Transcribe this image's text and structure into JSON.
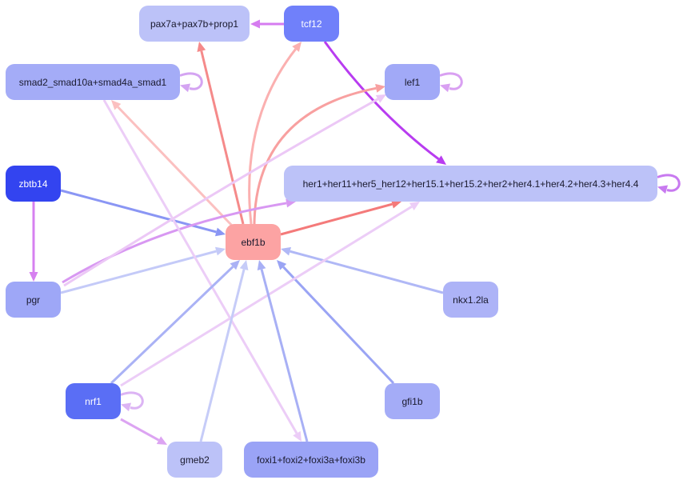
{
  "diagram": {
    "nodes": [
      {
        "id": "pax7a",
        "label": "pax7a+pax7b+prop1",
        "color": "#bcc2f8"
      },
      {
        "id": "tcf12",
        "label": "tcf12",
        "color": "#7080fa",
        "dark": true
      },
      {
        "id": "smad2",
        "label": "smad2_smad10a+smad4a_smad1",
        "color": "#a4acf7"
      },
      {
        "id": "lef1",
        "label": "lef1",
        "color": "#a1a9f7"
      },
      {
        "id": "zbtb14",
        "label": "zbtb14",
        "color": "#3344f0",
        "dark": true
      },
      {
        "id": "her",
        "label": "her1+her11+her5_her12+her15.1+her15.2+her2+her4.1+her4.2+her4.3+her4.4",
        "color": "#bcc2f8"
      },
      {
        "id": "ebf1b",
        "label": "ebf1b",
        "color": "#fca3a3"
      },
      {
        "id": "pgr",
        "label": "pgr",
        "color": "#9ea7f7"
      },
      {
        "id": "nkx",
        "label": "nkx1.2la",
        "color": "#adb3f7"
      },
      {
        "id": "nrf1",
        "label": "nrf1",
        "color": "#5a6ef5",
        "dark": true
      },
      {
        "id": "gfi1b",
        "label": "gfi1b",
        "color": "#a4acf7"
      },
      {
        "id": "gmeb2",
        "label": "gmeb2",
        "color": "#bcc2f8"
      },
      {
        "id": "foxi",
        "label": "foxi1+foxi2+foxi3a+foxi3b",
        "color": "#9aa3f6"
      }
    ],
    "edges": [
      {
        "from": "tcf12",
        "to": "pax7a",
        "color": "#d67cf0"
      },
      {
        "from": "tcf12",
        "to": "her",
        "color": "#b83cf0"
      },
      {
        "from": "ebf1b",
        "to": "pax7a",
        "color": "#f58a8a"
      },
      {
        "from": "ebf1b",
        "to": "tcf12",
        "color": "#fbb0b0"
      },
      {
        "from": "ebf1b",
        "to": "lef1",
        "color": "#f8a0a0"
      },
      {
        "from": "ebf1b",
        "to": "smad2",
        "color": "#fbc0c0"
      },
      {
        "from": "ebf1b",
        "to": "her",
        "color": "#f47a7a"
      },
      {
        "from": "zbtb14",
        "to": "ebf1b",
        "color": "#8a96f4"
      },
      {
        "from": "zbtb14",
        "to": "pgr",
        "color": "#d680f0"
      },
      {
        "from": "pgr",
        "to": "her",
        "color": "#d898f2"
      },
      {
        "from": "pgr",
        "to": "lef1",
        "color": "#ecc8f6"
      },
      {
        "from": "pgr",
        "to": "ebf1b",
        "color": "#c4caf8"
      },
      {
        "from": "smad2",
        "to": "foxi",
        "color": "#eccdf7"
      },
      {
        "from": "nkx",
        "to": "ebf1b",
        "color": "#b0b8f6"
      },
      {
        "from": "gfi1b",
        "to": "ebf1b",
        "color": "#9aa4f4"
      },
      {
        "from": "nrf1",
        "to": "ebf1b",
        "color": "#aab2f5"
      },
      {
        "from": "nrf1",
        "to": "her",
        "color": "#eccdf7"
      },
      {
        "from": "nrf1",
        "to": "gmeb2",
        "color": "#dca4f2"
      },
      {
        "from": "gmeb2",
        "to": "ebf1b",
        "color": "#c6ccf8"
      },
      {
        "from": "foxi",
        "to": "ebf1b",
        "color": "#a8b0f5"
      }
    ],
    "self_loops": [
      {
        "node": "smad2",
        "color": "#d4a4f2"
      },
      {
        "node": "lef1",
        "color": "#d9a0f2"
      },
      {
        "node": "her",
        "color": "#c87af0"
      },
      {
        "node": "nrf1",
        "color": "#dcb4f4"
      }
    ]
  }
}
